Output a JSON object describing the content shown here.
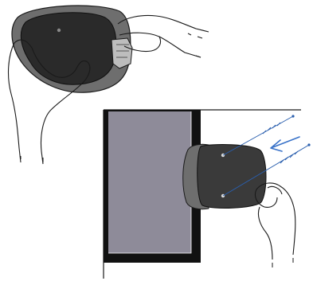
{
  "illustration": {
    "steps": [
      {
        "action": "hold-device-with-both-hands"
      },
      {
        "action": "slide-device-onto-monitor-edge",
        "screws": 2,
        "arrow_direction": "left"
      }
    ],
    "colors": {
      "line": "#1a1a1a",
      "device_body": "#3a3a3a",
      "device_face": "#2a2a2a",
      "device_rim": "#6e6e6e",
      "monitor_screen": "#8e8b99",
      "monitor_bezel": "#111111",
      "arrow": "#3a73c9",
      "screw_line": "#2a5fae"
    }
  }
}
